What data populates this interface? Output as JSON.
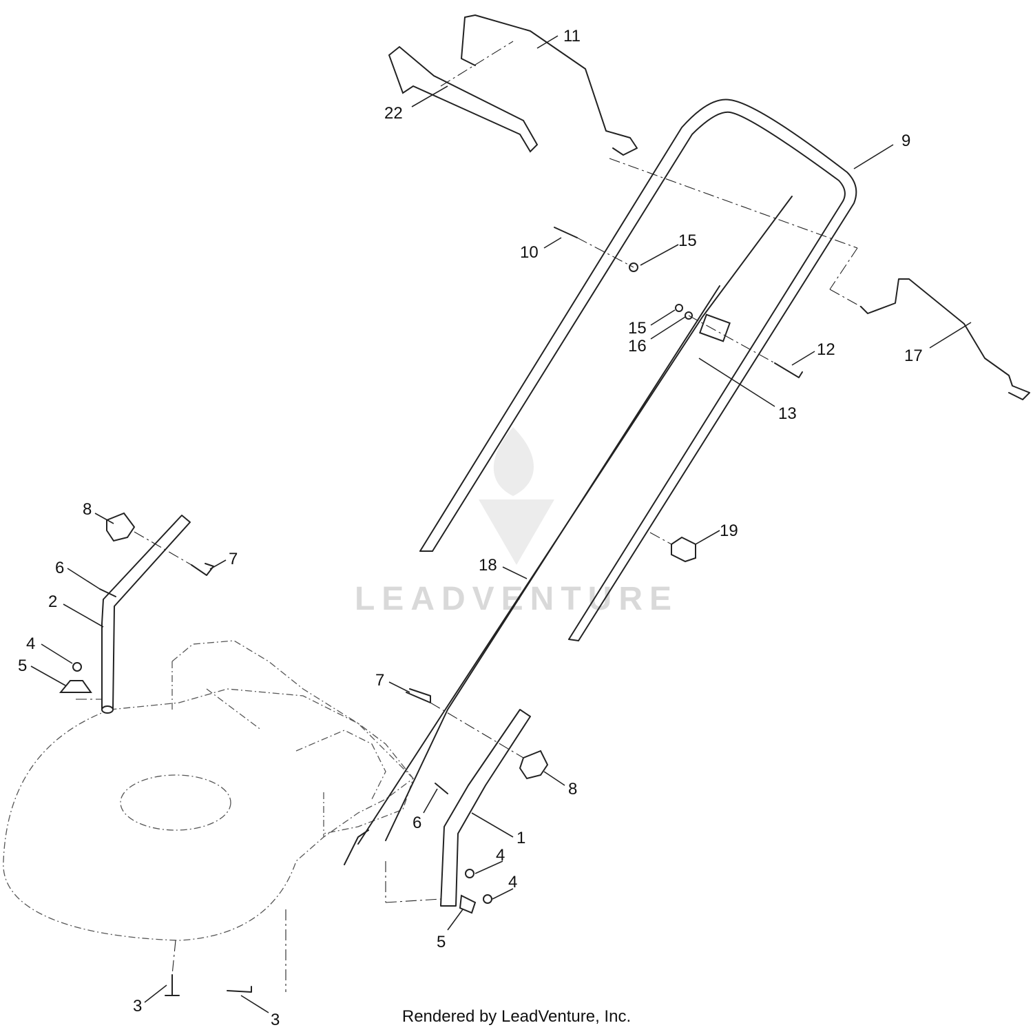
{
  "watermark": {
    "brand": "LEADVENTURE",
    "logo": "leadventure-flame-v-logo"
  },
  "footer": {
    "credit": "Rendered by LeadVenture, Inc."
  },
  "callouts": {
    "c1": "1",
    "c2": "2",
    "c3a": "3",
    "c3b": "3",
    "c4a": "4",
    "c4b": "4",
    "c4c": "4",
    "c5a": "5",
    "c5b": "5",
    "c6a": "6",
    "c6b": "6",
    "c7a": "7",
    "c7b": "7",
    "c8a": "8",
    "c8b": "8",
    "c9": "9",
    "c10": "10",
    "c11": "11",
    "c12": "12",
    "c13": "13",
    "c15a": "15",
    "c15b": "15",
    "c16": "16",
    "c17": "17",
    "c18": "18",
    "c19": "19",
    "c22": "22"
  }
}
